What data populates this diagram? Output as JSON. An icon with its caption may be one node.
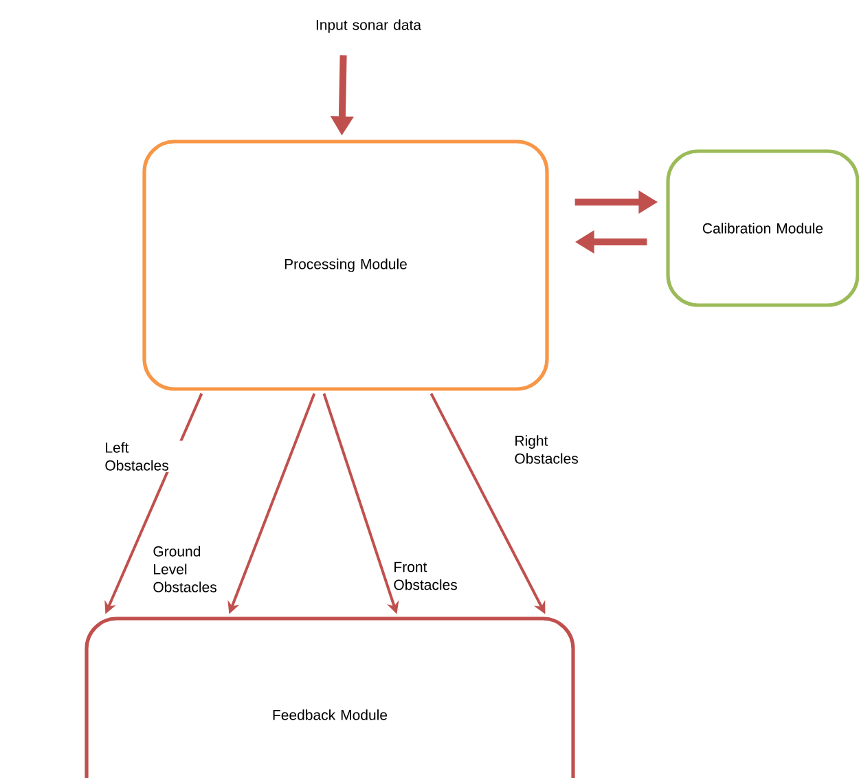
{
  "diagram": {
    "nodes": [
      {
        "text": [
          "Processing Module"
        ]
      },
      {
        "text": [
          "Calibration Module"
        ]
      },
      {
        "text": [
          "Feedback Module"
        ]
      },
      {
        "text": [
          "Input sonar data"
        ]
      }
    ],
    "edges": [
      {
        "from": 3,
        "to": 0,
        "arrow": "to",
        "style": "thick"
      },
      {
        "from": 0,
        "to": 1,
        "arrow": "to",
        "style": "thick"
      },
      {
        "from": 1,
        "to": 0,
        "arrow": "to",
        "style": "thick"
      },
      {
        "from": 0,
        "to": 2,
        "arrow": "to",
        "label": "Left Obstacles"
      },
      {
        "from": 0,
        "to": 2,
        "arrow": "to",
        "label": "Ground Level Obstacles"
      },
      {
        "from": 0,
        "to": 2,
        "arrow": "to",
        "label": "Front Obstacles"
      },
      {
        "from": 0,
        "to": 2,
        "arrow": "to",
        "label": "Right Obstacles"
      }
    ]
  }
}
